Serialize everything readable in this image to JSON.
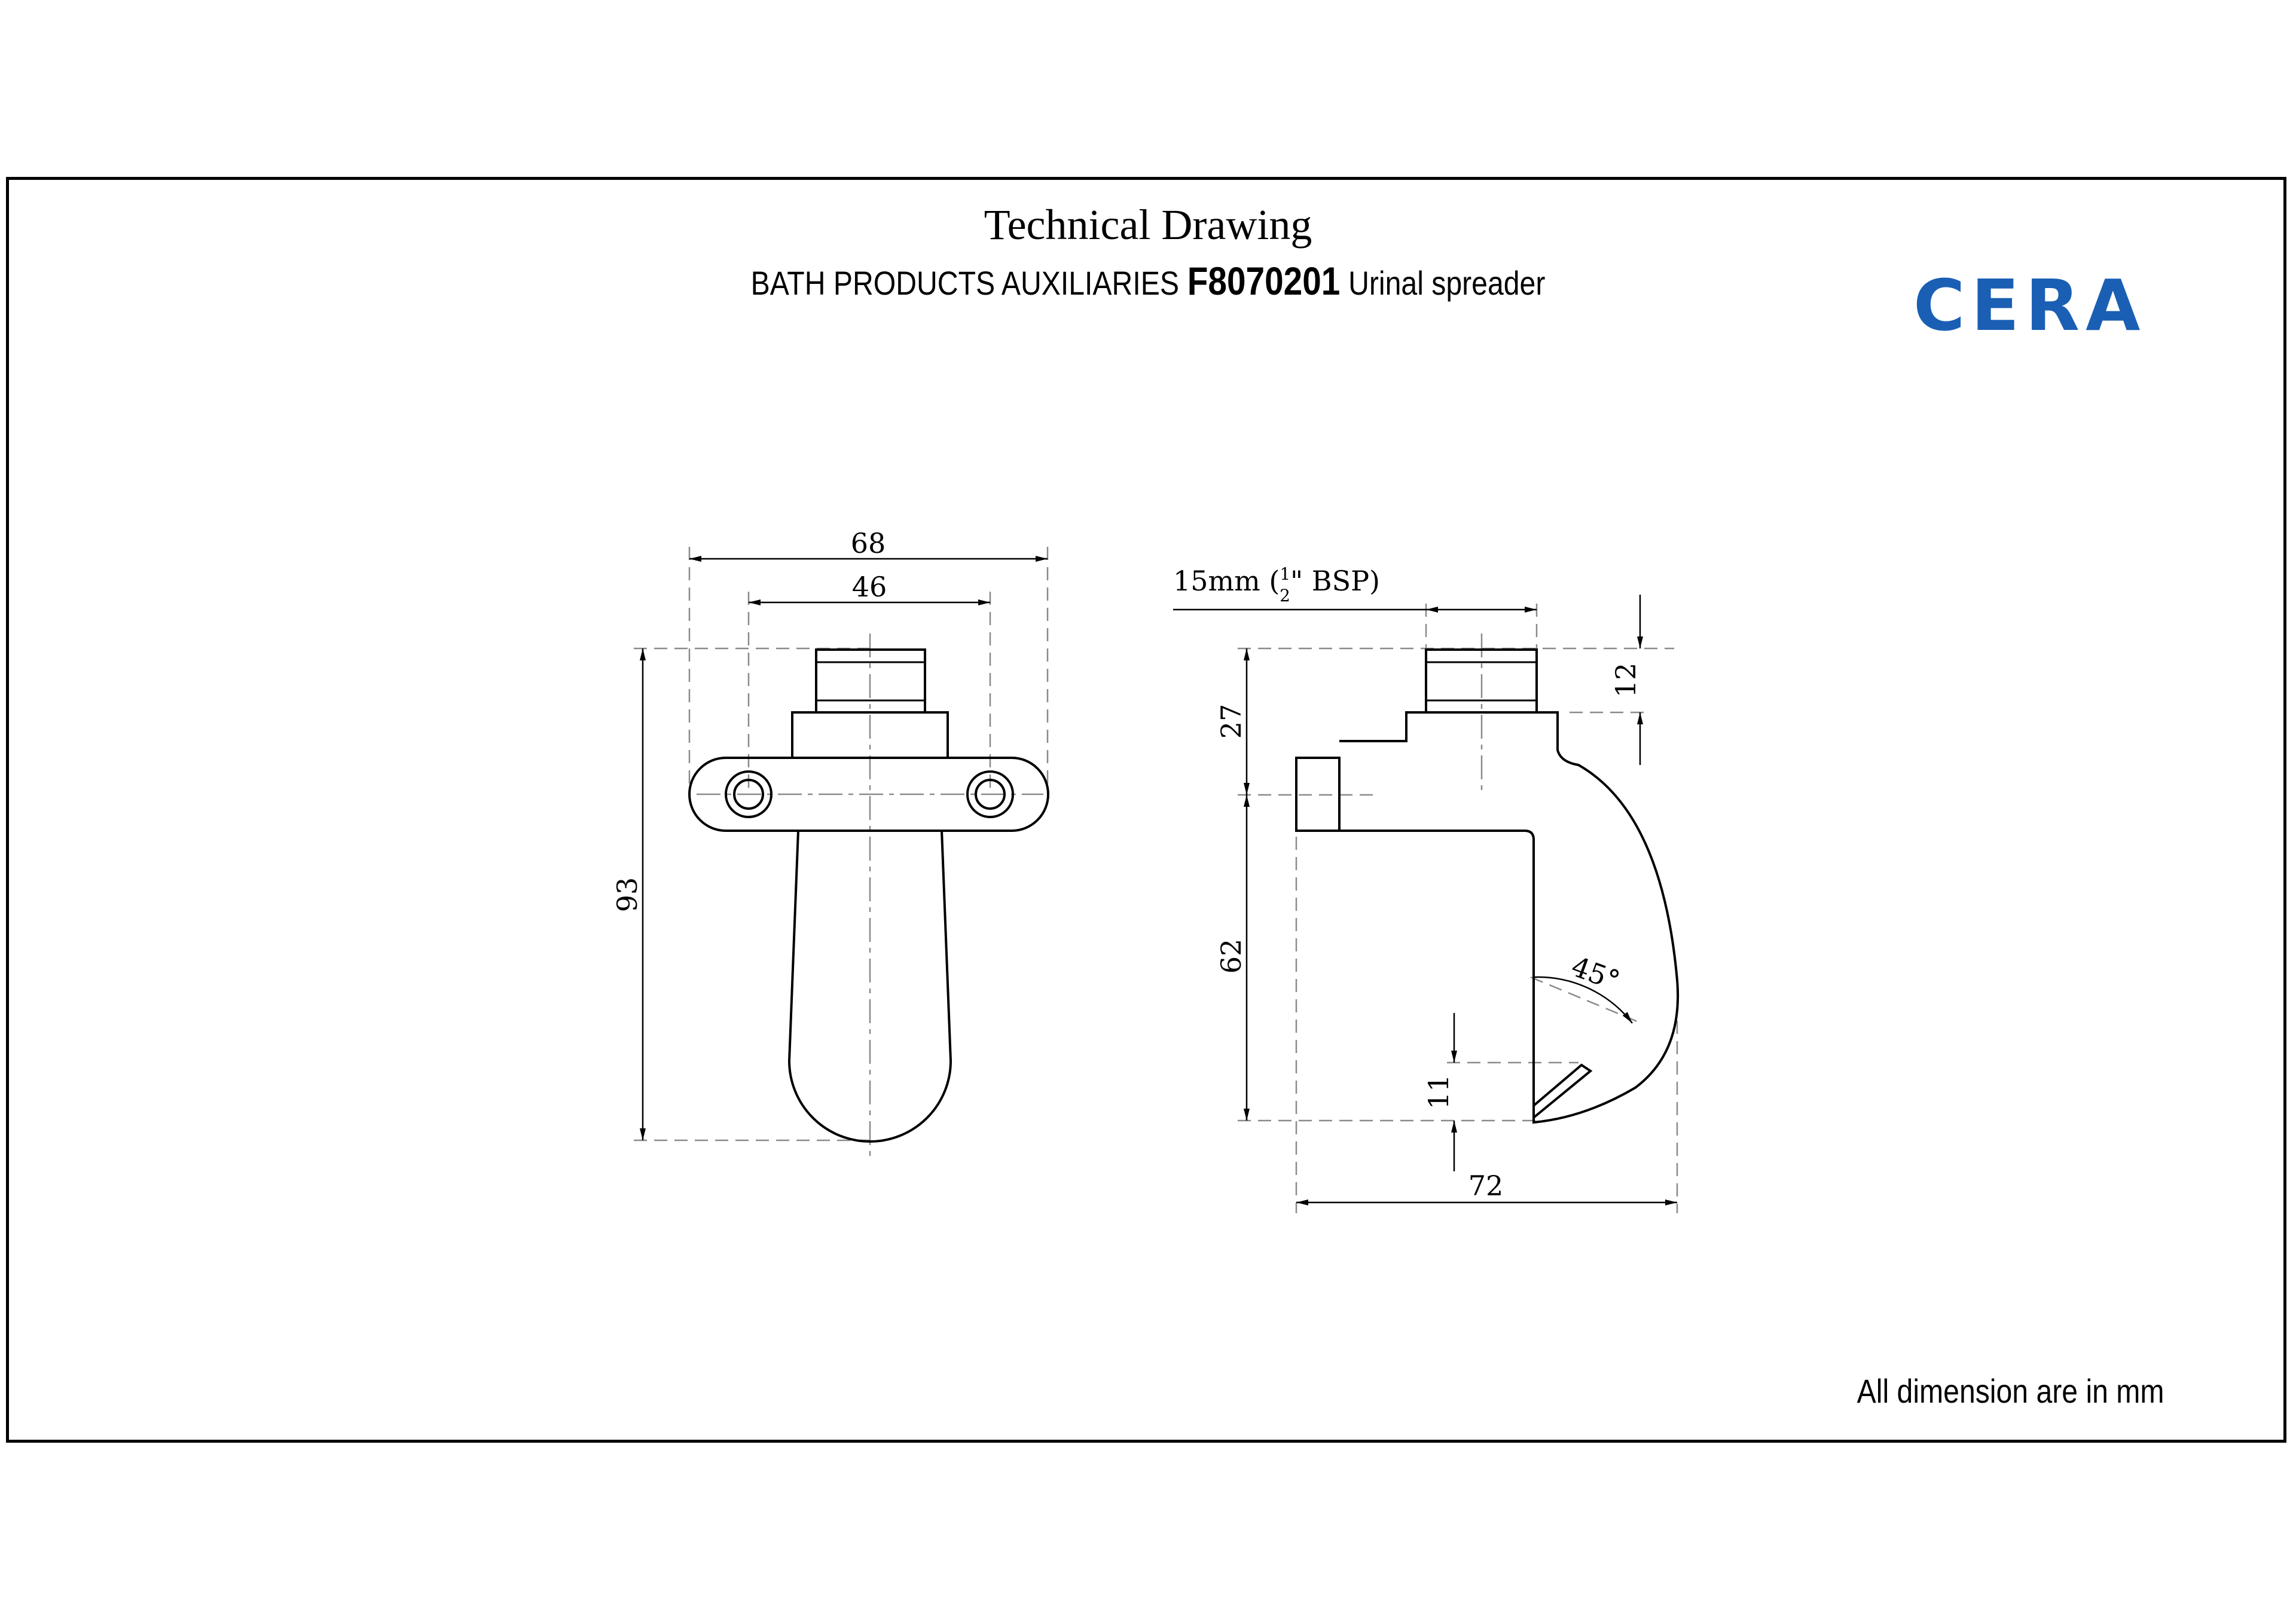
{
  "title": "Technical Drawing",
  "subtitle": {
    "category": "BATH PRODUCTS AUXILIARIES",
    "code": "F8070201",
    "product": "Urinal spreader"
  },
  "brand": {
    "logo_text": "CERA",
    "color": "#1a5fb4"
  },
  "front_view": {
    "width_overall": "68",
    "width_holes": "46",
    "height_overall": "93"
  },
  "side_view": {
    "thread_label_prefix": "15mm (",
    "thread_fraction_num": "1",
    "thread_fraction_den": "2",
    "thread_label_suffix": "\" BSP)",
    "thread_height": "12",
    "upper_height": "27",
    "lower_height": "62",
    "lip_height": "11",
    "depth": "72",
    "angle": "45°"
  },
  "footer_note": "All dimension are in mm"
}
